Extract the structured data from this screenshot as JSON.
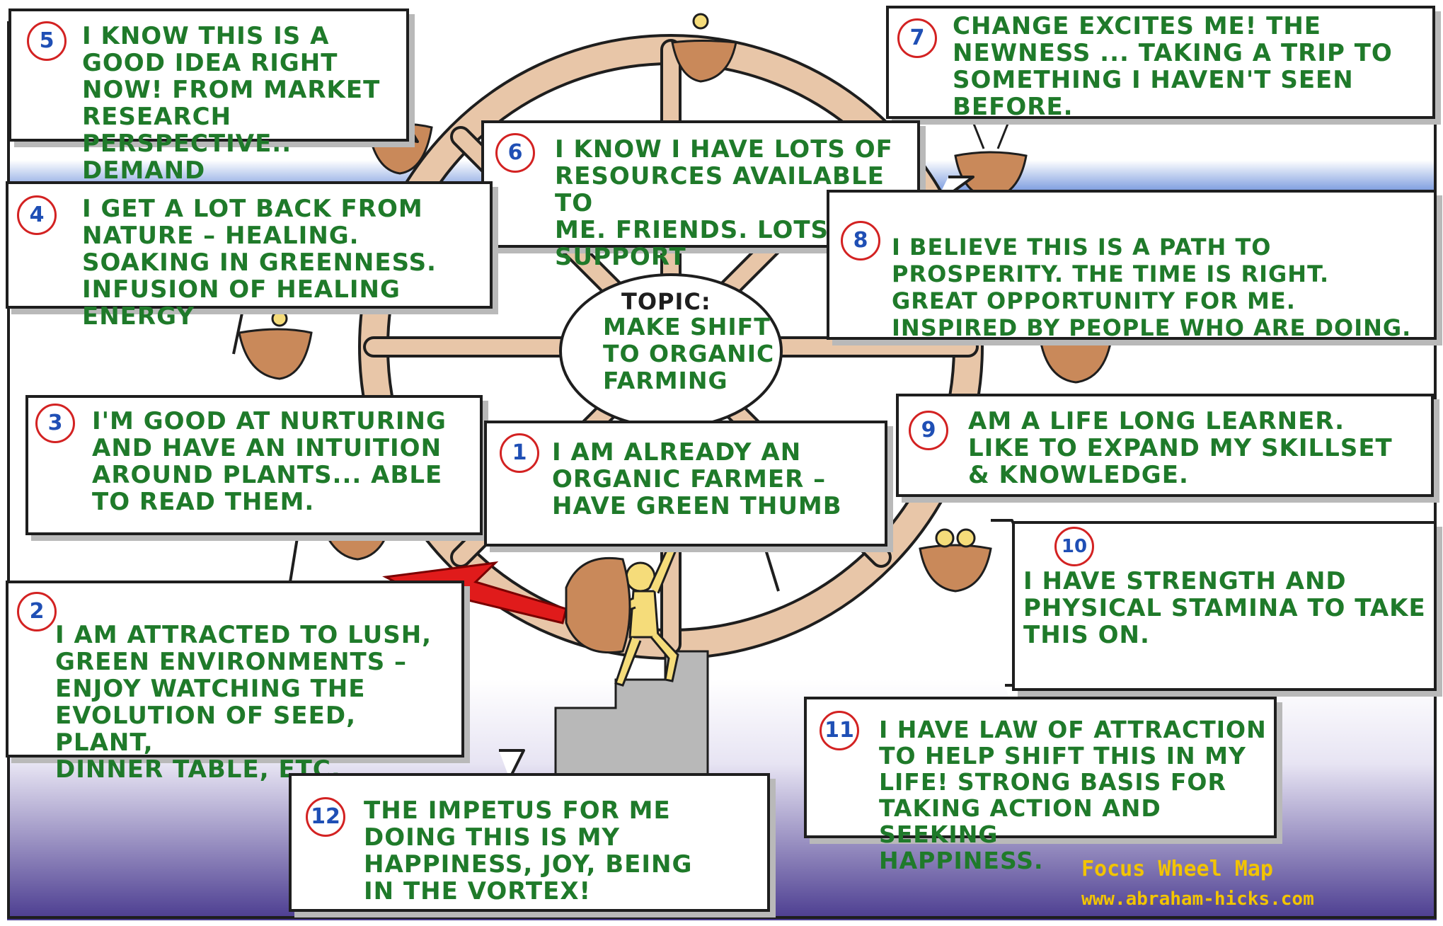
{
  "topic": {
    "label": "TOPIC:",
    "text": "MAKE SHIFT\nTO ORGANIC\nFARMING"
  },
  "statements": [
    {
      "num": "1",
      "text": "I AM ALREADY AN\nORGANIC FARMER –\nHAVE GREEN THUMB"
    },
    {
      "num": "2",
      "text": "I AM ATTRACTED TO LUSH,\nGREEN ENVIRONMENTS –\nENJOY WATCHING THE\nEVOLUTION OF SEED, PLANT,\nDINNER TABLE, ETC."
    },
    {
      "num": "3",
      "text": "I'M GOOD AT NURTURING\nAND HAVE AN INTUITION\nAROUND PLANTS... ABLE\nTO READ THEM."
    },
    {
      "num": "4",
      "text": "I GET A LOT BACK FROM\nNATURE – HEALING.\nSOAKING IN GREENNESS.\nINFUSION OF HEALING\nENERGY"
    },
    {
      "num": "5",
      "text": "I KNOW THIS IS A\nGOOD IDEA RIGHT\nNOW! FROM MARKET\nRESEARCH\nPERSPECTIVE..\nDEMAND"
    },
    {
      "num": "6",
      "text": "I KNOW I HAVE LOTS OF\nRESOURCES AVAILABLE TO\nME. FRIENDS. LOTS OF\nSUPPORT"
    },
    {
      "num": "7",
      "text": "CHANGE EXCITES ME! THE\nNEWNESS ... TAKING A TRIP TO\nSOMETHING I HAVEN'T SEEN\nBEFORE."
    },
    {
      "num": "8",
      "text": "I BELIEVE THIS IS A PATH TO\nPROSPERITY. THE TIME IS RIGHT.\nGREAT OPPORTUNITY FOR ME.\nINSPIRED BY PEOPLE WHO ARE DOING."
    },
    {
      "num": "9",
      "text": "AM A LIFE LONG LEARNER.\nLIKE TO EXPAND MY SKILLSET\n& KNOWLEDGE."
    },
    {
      "num": "10",
      "text": "I HAVE STRENGTH AND\nPHYSICAL STAMINA TO TAKE\nTHIS ON."
    },
    {
      "num": "11",
      "text": "I HAVE LAW OF ATTRACTION\nTO HELP SHIFT THIS IN MY\nLIFE! STRONG BASIS FOR\nTAKING ACTION AND SEEKING\nHAPPINESS."
    },
    {
      "num": "12",
      "text": "THE IMPETUS FOR ME\nDOING THIS IS MY\nHAPPINESS, JOY, BEING\nIN THE VORTEX!"
    }
  ],
  "credit": {
    "title": "Focus Wheel Map",
    "url": "www.abraham-hicks.com"
  },
  "colors": {
    "statement_text": "#1f7a2a",
    "number_ring": "#d32222",
    "number_text": "#1f4fb5",
    "wheel": "#e8c6a8",
    "basket": "#c9895a",
    "arrow": "#e01b1b",
    "credit": "#f2c400",
    "sky_blue": "#4a7fd6",
    "ground_purple": "#4f3f93"
  }
}
